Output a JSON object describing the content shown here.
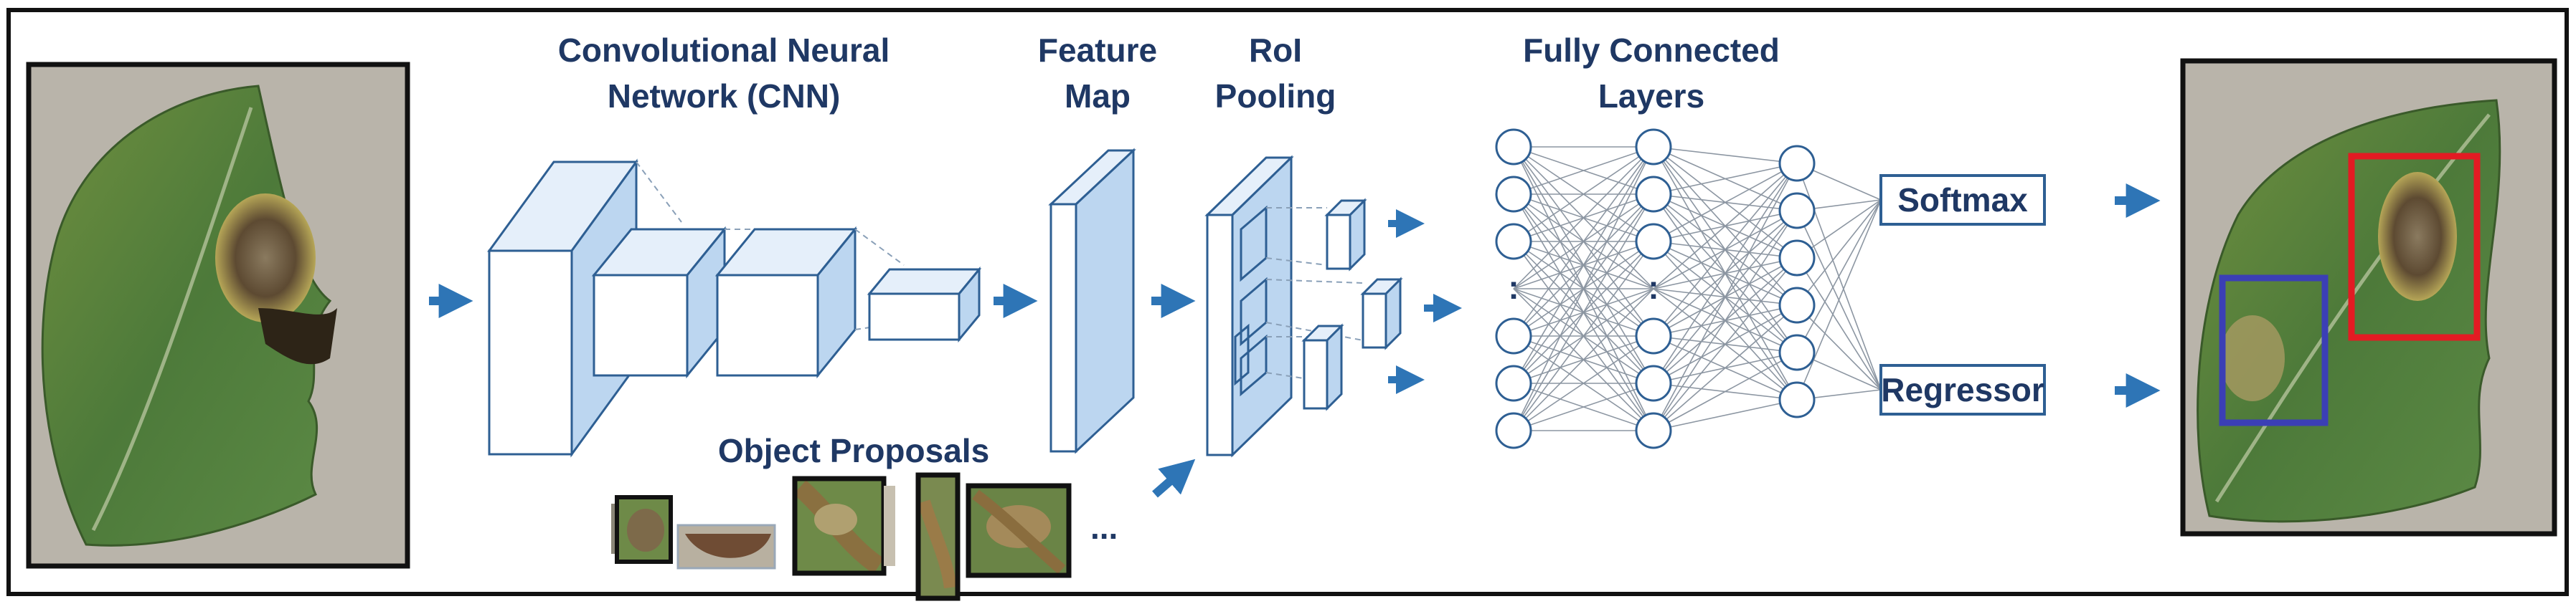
{
  "labels": {
    "cnn": [
      "Convolutional Neural",
      "Network (CNN)"
    ],
    "feature_map": [
      "Feature",
      "Map"
    ],
    "roi_pooling": [
      "RoI",
      "Pooling"
    ],
    "fully_connected": [
      "Fully Connected",
      "Layers"
    ],
    "object_proposals": "Object Proposals",
    "softmax": "Softmax",
    "regressor": "Regressor",
    "proposal_ellipsis": "...",
    "neuron_ellipsis": ":"
  },
  "colors": {
    "title_text": "#1f3864",
    "arrow": "#2e75b6",
    "box_fill_light": "#bcd6f0",
    "detection_box_red": "#e31b23",
    "detection_box_blue": "#3b3fb5",
    "leaf_green": "#4f7a3a",
    "lesion_brown": "#6b5234",
    "background_gray": "#b9b4aa"
  },
  "network": {
    "layer_sizes": [
      7,
      7,
      6
    ]
  }
}
